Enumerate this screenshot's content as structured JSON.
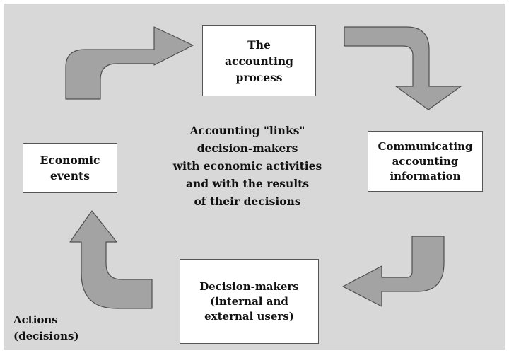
{
  "diagram": {
    "nodes": {
      "accounting_process": "The\naccounting\nprocess",
      "communicating": "Communicating\naccounting\ninformation",
      "decision_makers": "Decision-makers\n(internal and\nexternal users)",
      "economic_events": "Economic\nevents"
    },
    "center_text": "Accounting \"links\"\ndecision-makers\nwith economic activities\nand with the results\nof their decisions",
    "actions_label": "Actions\n(decisions)",
    "colors": {
      "panel": "#d8d8d8",
      "arrow_fill": "#a3a3a3",
      "arrow_stroke": "#505050",
      "box_fill": "#ffffff"
    }
  }
}
